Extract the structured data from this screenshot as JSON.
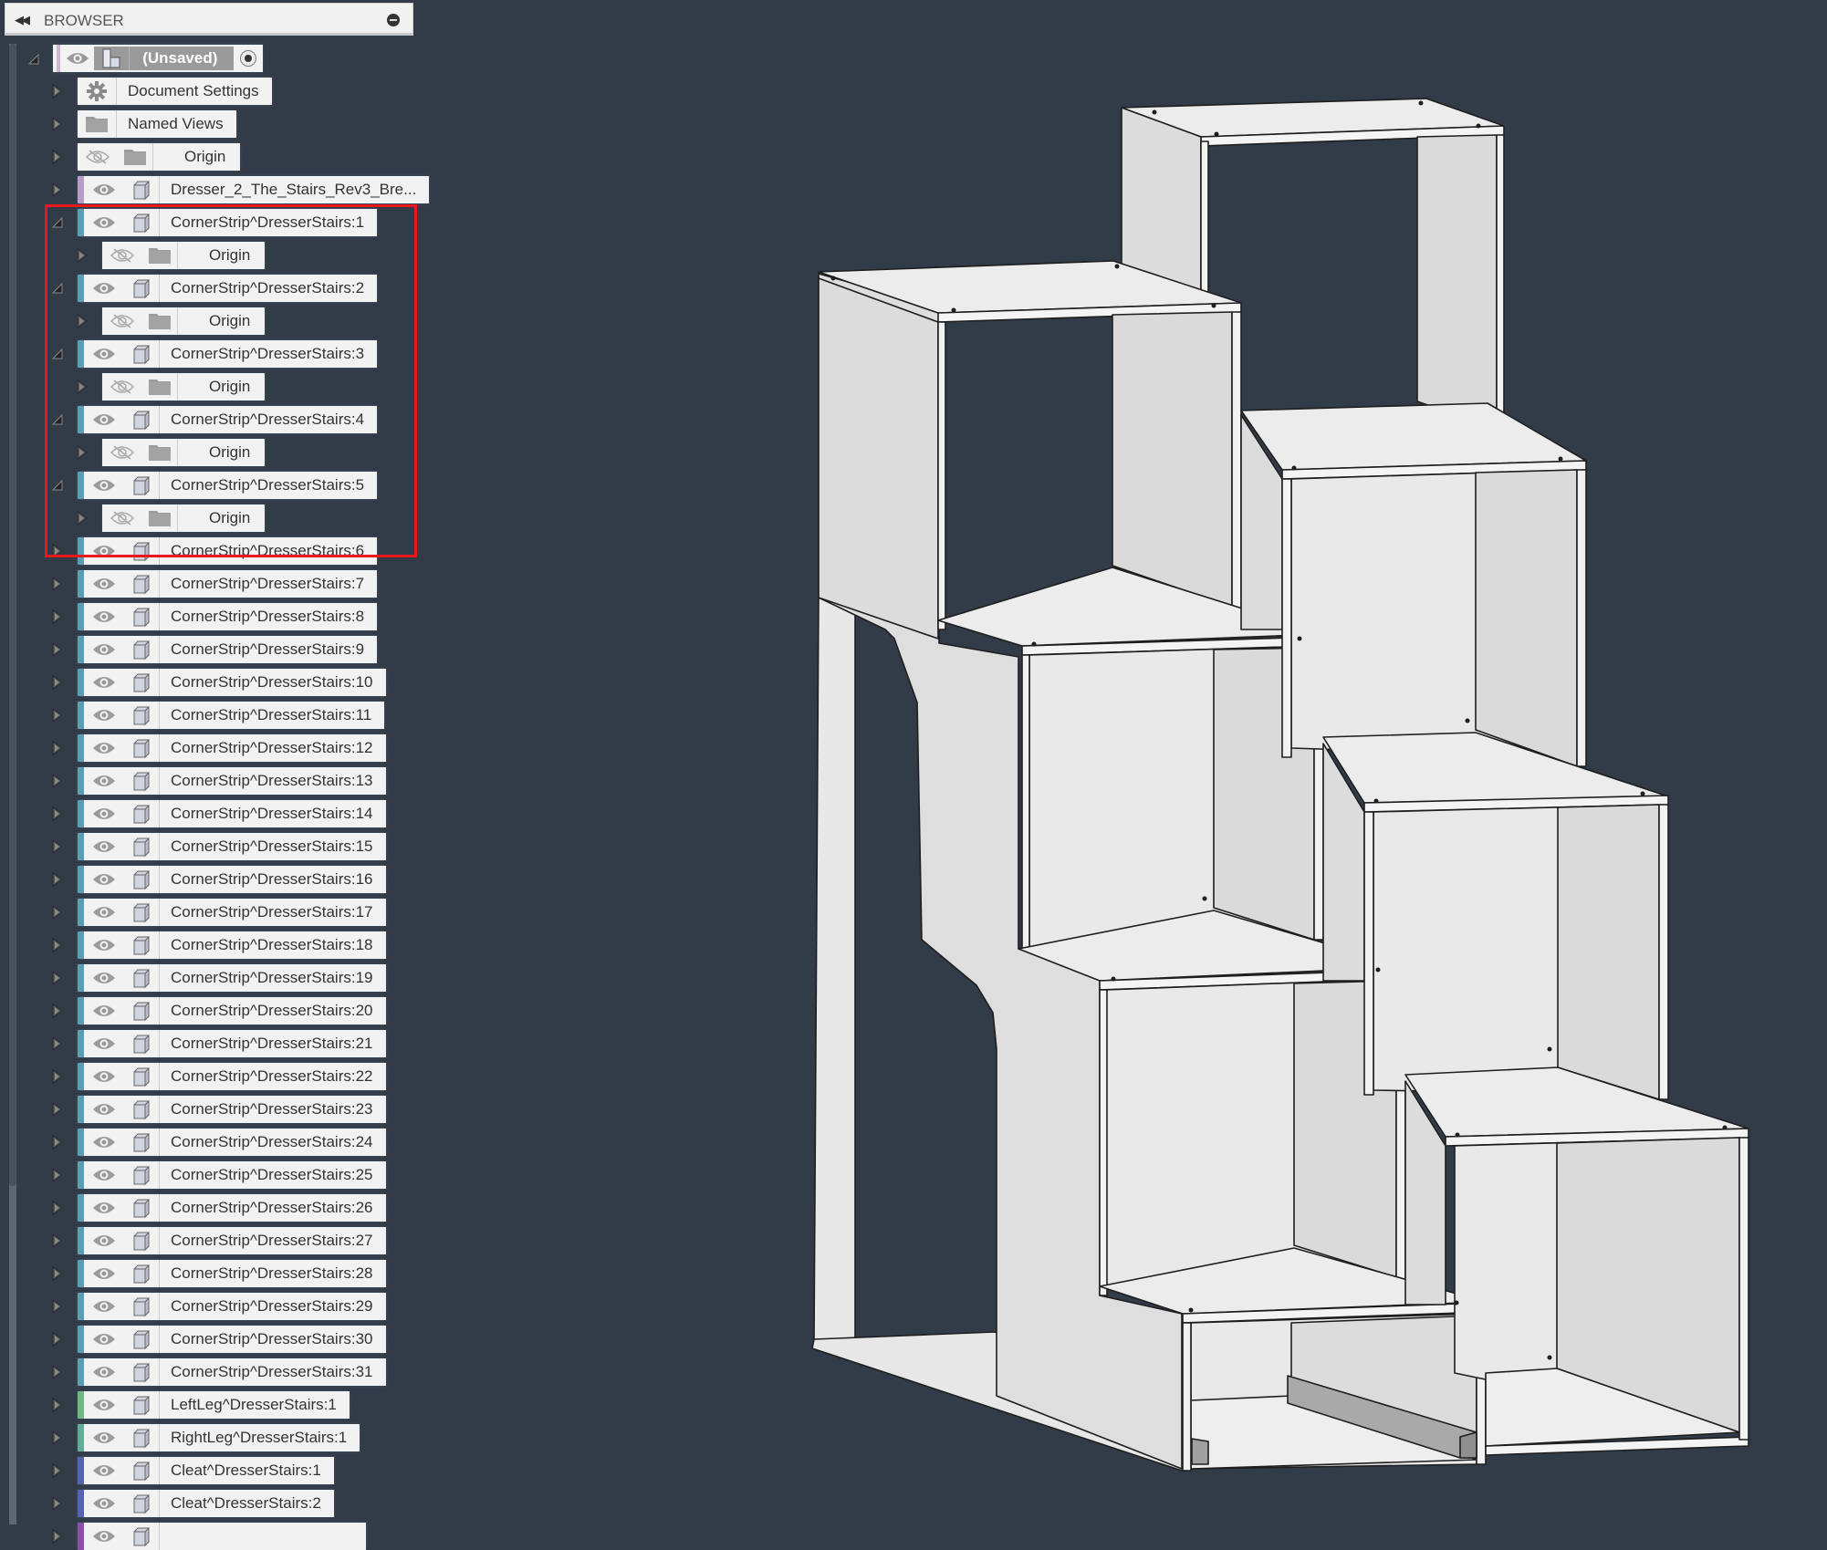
{
  "browser": {
    "title": "BROWSER",
    "collapse_icon": "double-left-arrow-icon",
    "minimize_icon": "minus-circle-icon",
    "root": {
      "label": "(Unsaved)",
      "icon": "component-assembly-icon",
      "visibility": "visible",
      "active_indicator": "radio-active-icon"
    },
    "items": [
      {
        "label": "Document Settings",
        "icon": "gear-icon",
        "level": 1,
        "expander": "collapsed",
        "visibility": "none",
        "strip": ""
      },
      {
        "label": "Named Views",
        "icon": "folder-icon",
        "level": 1,
        "expander": "collapsed",
        "visibility": "none",
        "strip": ""
      },
      {
        "label": "Origin",
        "icon": "folder-icon",
        "level": 1,
        "expander": "collapsed",
        "visibility": "hidden",
        "strip": ""
      },
      {
        "label": "Dresser_2_The_Stairs_Rev3_Bre...",
        "icon": "body-cube-icon",
        "level": 1,
        "expander": "collapsed",
        "visibility": "visible",
        "strip": "#b79cc9"
      },
      {
        "label": "CornerStrip^DresserStairs:1",
        "icon": "body-cube-icon",
        "level": 1,
        "expander": "expanded",
        "visibility": "visible",
        "strip": "#5b9db3"
      },
      {
        "label": "Origin",
        "icon": "folder-icon",
        "level": 2,
        "expander": "collapsed",
        "visibility": "hidden",
        "strip": ""
      },
      {
        "label": "CornerStrip^DresserStairs:2",
        "icon": "body-cube-icon",
        "level": 1,
        "expander": "expanded",
        "visibility": "visible",
        "strip": "#5b9db3"
      },
      {
        "label": "Origin",
        "icon": "folder-icon",
        "level": 2,
        "expander": "collapsed",
        "visibility": "hidden",
        "strip": ""
      },
      {
        "label": "CornerStrip^DresserStairs:3",
        "icon": "body-cube-icon",
        "level": 1,
        "expander": "expanded",
        "visibility": "visible",
        "strip": "#5b9db3"
      },
      {
        "label": "Origin",
        "icon": "folder-icon",
        "level": 2,
        "expander": "collapsed",
        "visibility": "hidden",
        "strip": ""
      },
      {
        "label": "CornerStrip^DresserStairs:4",
        "icon": "body-cube-icon",
        "level": 1,
        "expander": "expanded",
        "visibility": "visible",
        "strip": "#5b9db3"
      },
      {
        "label": "Origin",
        "icon": "folder-icon",
        "level": 2,
        "expander": "collapsed",
        "visibility": "hidden",
        "strip": ""
      },
      {
        "label": "CornerStrip^DresserStairs:5",
        "icon": "body-cube-icon",
        "level": 1,
        "expander": "expanded",
        "visibility": "visible",
        "strip": "#5b9db3"
      },
      {
        "label": "Origin",
        "icon": "folder-icon",
        "level": 2,
        "expander": "collapsed",
        "visibility": "hidden",
        "strip": ""
      },
      {
        "label": "CornerStrip^DresserStairs:6",
        "icon": "body-cube-icon",
        "level": 1,
        "expander": "collapsed",
        "visibility": "visible",
        "strip": "#5b9db3"
      },
      {
        "label": "CornerStrip^DresserStairs:7",
        "icon": "body-cube-icon",
        "level": 1,
        "expander": "collapsed",
        "visibility": "visible",
        "strip": "#5b9db3"
      },
      {
        "label": "CornerStrip^DresserStairs:8",
        "icon": "body-cube-icon",
        "level": 1,
        "expander": "collapsed",
        "visibility": "visible",
        "strip": "#5b9db3"
      },
      {
        "label": "CornerStrip^DresserStairs:9",
        "icon": "body-cube-icon",
        "level": 1,
        "expander": "collapsed",
        "visibility": "visible",
        "strip": "#5b9db3"
      },
      {
        "label": "CornerStrip^DresserStairs:10",
        "icon": "body-cube-icon",
        "level": 1,
        "expander": "collapsed",
        "visibility": "visible",
        "strip": "#5b9db3"
      },
      {
        "label": "CornerStrip^DresserStairs:11",
        "icon": "body-cube-icon",
        "level": 1,
        "expander": "collapsed",
        "visibility": "visible",
        "strip": "#5b9db3"
      },
      {
        "label": "CornerStrip^DresserStairs:12",
        "icon": "body-cube-icon",
        "level": 1,
        "expander": "collapsed",
        "visibility": "visible",
        "strip": "#5b9db3"
      },
      {
        "label": "CornerStrip^DresserStairs:13",
        "icon": "body-cube-icon",
        "level": 1,
        "expander": "collapsed",
        "visibility": "visible",
        "strip": "#5b9db3"
      },
      {
        "label": "CornerStrip^DresserStairs:14",
        "icon": "body-cube-icon",
        "level": 1,
        "expander": "collapsed",
        "visibility": "visible",
        "strip": "#5b9db3"
      },
      {
        "label": "CornerStrip^DresserStairs:15",
        "icon": "body-cube-icon",
        "level": 1,
        "expander": "collapsed",
        "visibility": "visible",
        "strip": "#5b9db3"
      },
      {
        "label": "CornerStrip^DresserStairs:16",
        "icon": "body-cube-icon",
        "level": 1,
        "expander": "collapsed",
        "visibility": "visible",
        "strip": "#5b9db3"
      },
      {
        "label": "CornerStrip^DresserStairs:17",
        "icon": "body-cube-icon",
        "level": 1,
        "expander": "collapsed",
        "visibility": "visible",
        "strip": "#5b9db3"
      },
      {
        "label": "CornerStrip^DresserStairs:18",
        "icon": "body-cube-icon",
        "level": 1,
        "expander": "collapsed",
        "visibility": "visible",
        "strip": "#5b9db3"
      },
      {
        "label": "CornerStrip^DresserStairs:19",
        "icon": "body-cube-icon",
        "level": 1,
        "expander": "collapsed",
        "visibility": "visible",
        "strip": "#5b9db3"
      },
      {
        "label": "CornerStrip^DresserStairs:20",
        "icon": "body-cube-icon",
        "level": 1,
        "expander": "collapsed",
        "visibility": "visible",
        "strip": "#5b9db3"
      },
      {
        "label": "CornerStrip^DresserStairs:21",
        "icon": "body-cube-icon",
        "level": 1,
        "expander": "collapsed",
        "visibility": "visible",
        "strip": "#5b9db3"
      },
      {
        "label": "CornerStrip^DresserStairs:22",
        "icon": "body-cube-icon",
        "level": 1,
        "expander": "collapsed",
        "visibility": "visible",
        "strip": "#5b9db3"
      },
      {
        "label": "CornerStrip^DresserStairs:23",
        "icon": "body-cube-icon",
        "level": 1,
        "expander": "collapsed",
        "visibility": "visible",
        "strip": "#5b9db3"
      },
      {
        "label": "CornerStrip^DresserStairs:24",
        "icon": "body-cube-icon",
        "level": 1,
        "expander": "collapsed",
        "visibility": "visible",
        "strip": "#5b9db3"
      },
      {
        "label": "CornerStrip^DresserStairs:25",
        "icon": "body-cube-icon",
        "level": 1,
        "expander": "collapsed",
        "visibility": "visible",
        "strip": "#5b9db3"
      },
      {
        "label": "CornerStrip^DresserStairs:26",
        "icon": "body-cube-icon",
        "level": 1,
        "expander": "collapsed",
        "visibility": "visible",
        "strip": "#5b9db3"
      },
      {
        "label": "CornerStrip^DresserStairs:27",
        "icon": "body-cube-icon",
        "level": 1,
        "expander": "collapsed",
        "visibility": "visible",
        "strip": "#5b9db3"
      },
      {
        "label": "CornerStrip^DresserStairs:28",
        "icon": "body-cube-icon",
        "level": 1,
        "expander": "collapsed",
        "visibility": "visible",
        "strip": "#5b9db3"
      },
      {
        "label": "CornerStrip^DresserStairs:29",
        "icon": "body-cube-icon",
        "level": 1,
        "expander": "collapsed",
        "visibility": "visible",
        "strip": "#5b9db3"
      },
      {
        "label": "CornerStrip^DresserStairs:30",
        "icon": "body-cube-icon",
        "level": 1,
        "expander": "collapsed",
        "visibility": "visible",
        "strip": "#5b9db3"
      },
      {
        "label": "CornerStrip^DresserStairs:31",
        "icon": "body-cube-icon",
        "level": 1,
        "expander": "collapsed",
        "visibility": "visible",
        "strip": "#5b9db3"
      },
      {
        "label": "LeftLeg^DresserStairs:1",
        "icon": "body-cube-icon",
        "level": 1,
        "expander": "collapsed",
        "visibility": "visible",
        "strip": "#72b682"
      },
      {
        "label": "RightLeg^DresserStairs:1",
        "icon": "body-cube-icon",
        "level": 1,
        "expander": "collapsed",
        "visibility": "visible",
        "strip": "#62ad96"
      },
      {
        "label": "Cleat^DresserStairs:1",
        "icon": "body-cube-icon",
        "level": 1,
        "expander": "collapsed",
        "visibility": "visible",
        "strip": "#5563b3"
      },
      {
        "label": "Cleat^DresserStairs:2",
        "icon": "body-cube-icon",
        "level": 1,
        "expander": "collapsed",
        "visibility": "visible",
        "strip": "#5563b3"
      },
      {
        "label": "",
        "icon": "body-cube-icon",
        "level": 1,
        "expander": "collapsed",
        "visibility": "visible",
        "strip": "#8a4fa6"
      }
    ]
  },
  "annotation": {
    "highlight_color": "#e8191c",
    "highlight_target": "CornerStrip^DresserStairs:1-5 expanded with Origin"
  },
  "viewport": {
    "model": "dresser stairs assembly",
    "background": "#323c49",
    "panel_color": "#ebebeb",
    "side_color": "#dcdcdc",
    "edge_color": "#1e1e1e",
    "cleat_color": "#a9a9a9"
  },
  "colors": {
    "panel_bg": "#f2f2f2",
    "root_highlight": "#9a9a9a",
    "scroll_thumb": "#4b515a",
    "scroll_track": "#5f6670"
  }
}
